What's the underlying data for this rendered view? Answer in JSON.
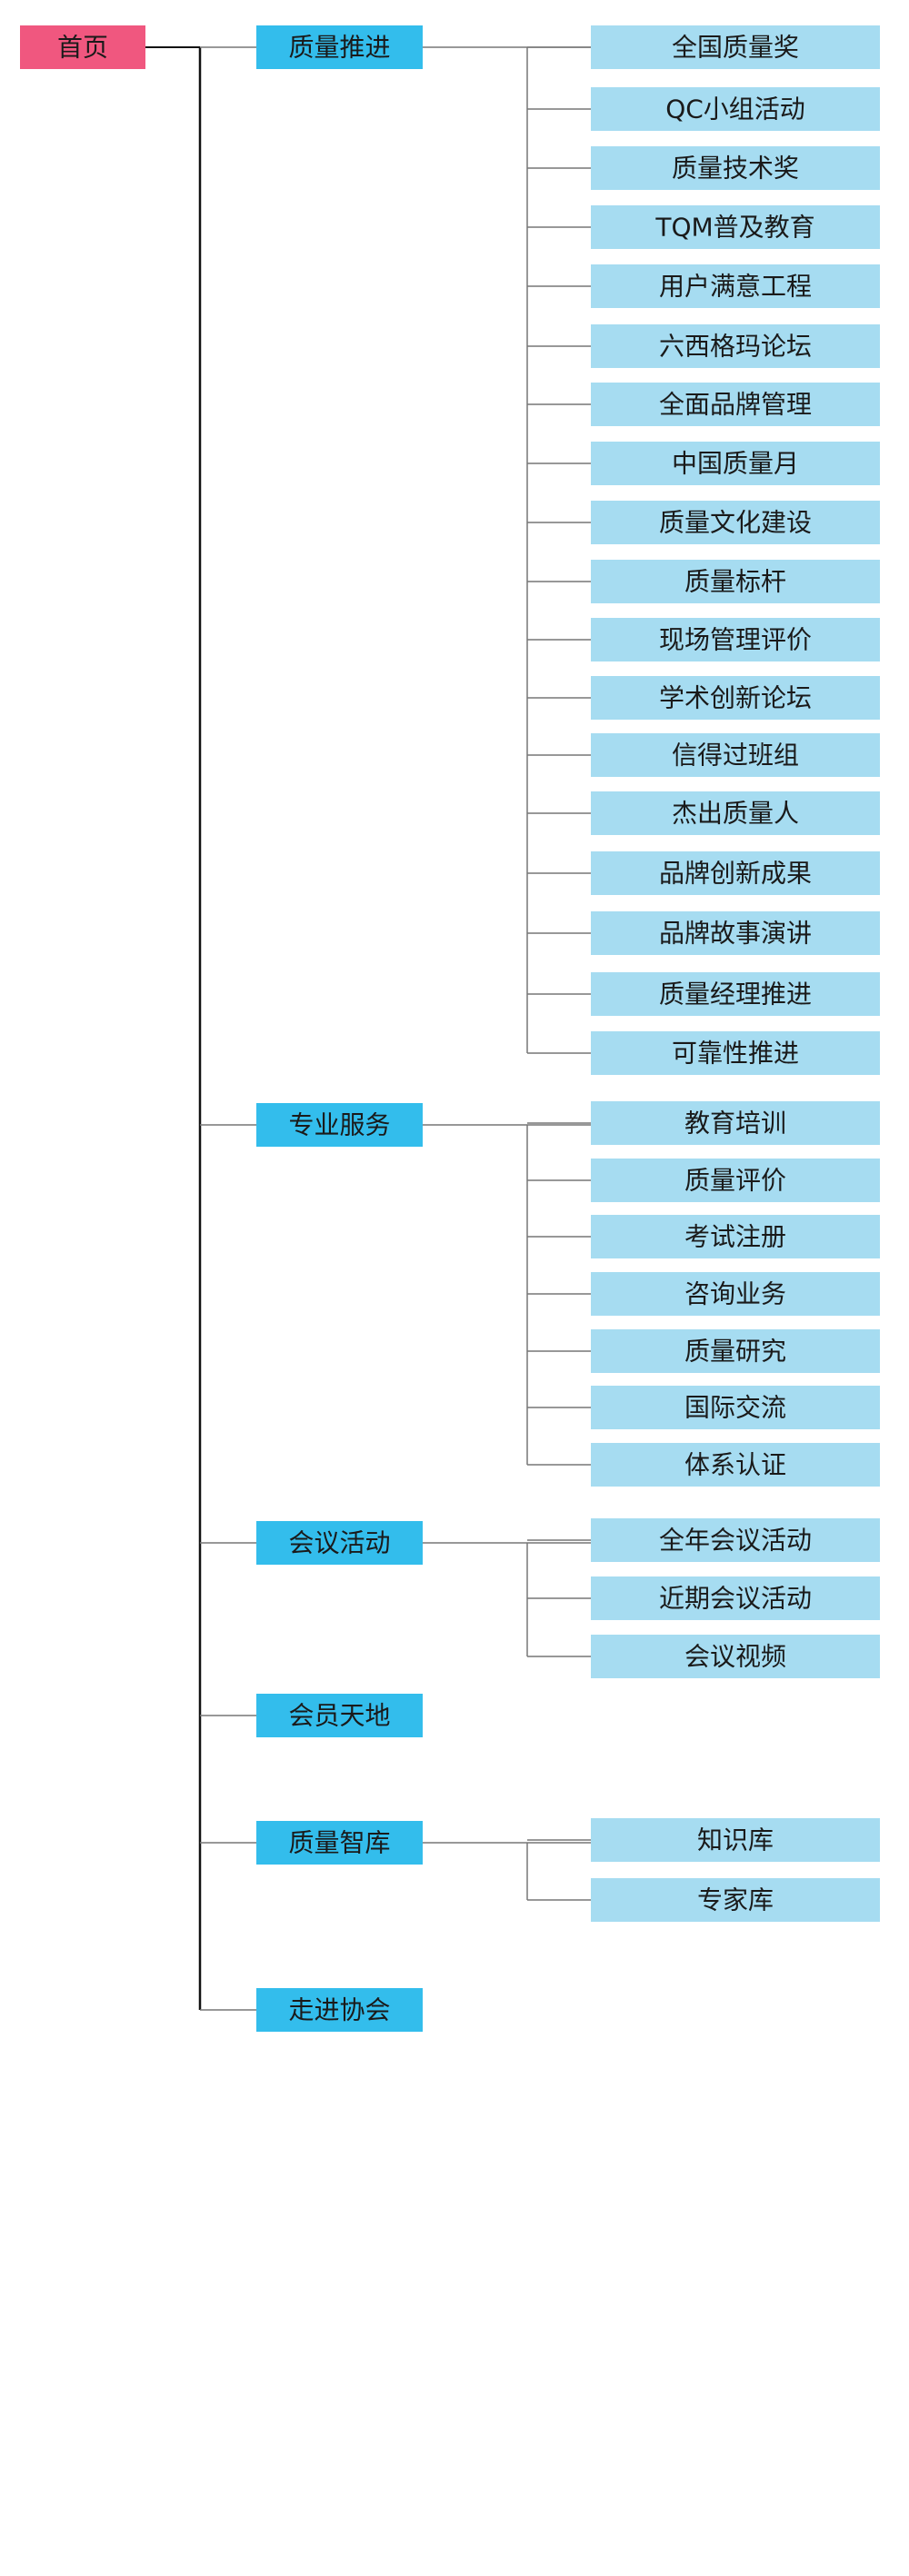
{
  "colors": {
    "root_fill": "#f0577f",
    "section_fill": "#33bdec",
    "item_fill": "#a6dcf1",
    "trunk_line": "#111111",
    "branch_line": "#777777"
  },
  "root": {
    "label": "首页"
  },
  "sections": [
    {
      "label": "质量推进",
      "items": [
        "全国质量奖",
        "QC小组活动",
        "质量技术奖",
        "TQM普及教育",
        "用户满意工程",
        "六西格玛论坛",
        "全面品牌管理",
        "中国质量月",
        "质量文化建设",
        "质量标杆",
        "现场管理评价",
        "学术创新论坛",
        "信得过班组",
        "杰出质量人",
        "品牌创新成果",
        "品牌故事演讲",
        "质量经理推进",
        "可靠性推进"
      ]
    },
    {
      "label": "专业服务",
      "items": [
        "教育培训",
        "质量评价",
        "考试注册",
        "咨询业务",
        "质量研究",
        "国际交流",
        "体系认证"
      ]
    },
    {
      "label": "会议活动",
      "items": [
        "全年会议活动",
        "近期会议活动",
        "会议视频"
      ]
    },
    {
      "label": "会员天地",
      "items": []
    },
    {
      "label": "质量智库",
      "items": [
        "知识库",
        "专家库"
      ]
    },
    {
      "label": "走进协会",
      "items": []
    }
  ]
}
